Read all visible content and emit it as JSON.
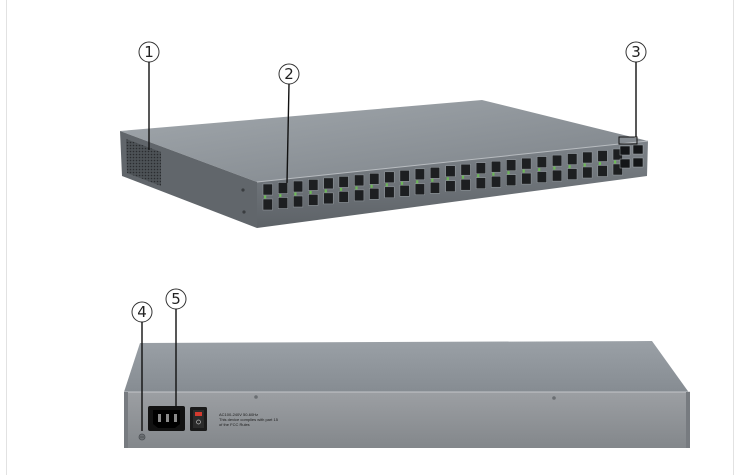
{
  "callouts": [
    {
      "id": "1",
      "label": "①"
    },
    {
      "id": "2",
      "label": "②"
    },
    {
      "id": "3",
      "label": "③"
    },
    {
      "id": "4",
      "label": "④"
    },
    {
      "id": "5",
      "label": "⑤"
    }
  ],
  "rear_label": {
    "line1": "AC100-240V 50-60Hz",
    "line2": "This device complies with part 15",
    "line3": "of the FCC Rules"
  },
  "front_panel": {
    "ethernet_port_count": 48,
    "sfp_port_count": 4
  },
  "colors": {
    "chassis_top": "#8e949a",
    "chassis_front": "#6f757b",
    "chassis_side": "#5b6065",
    "port_led": "#6dbb55"
  }
}
